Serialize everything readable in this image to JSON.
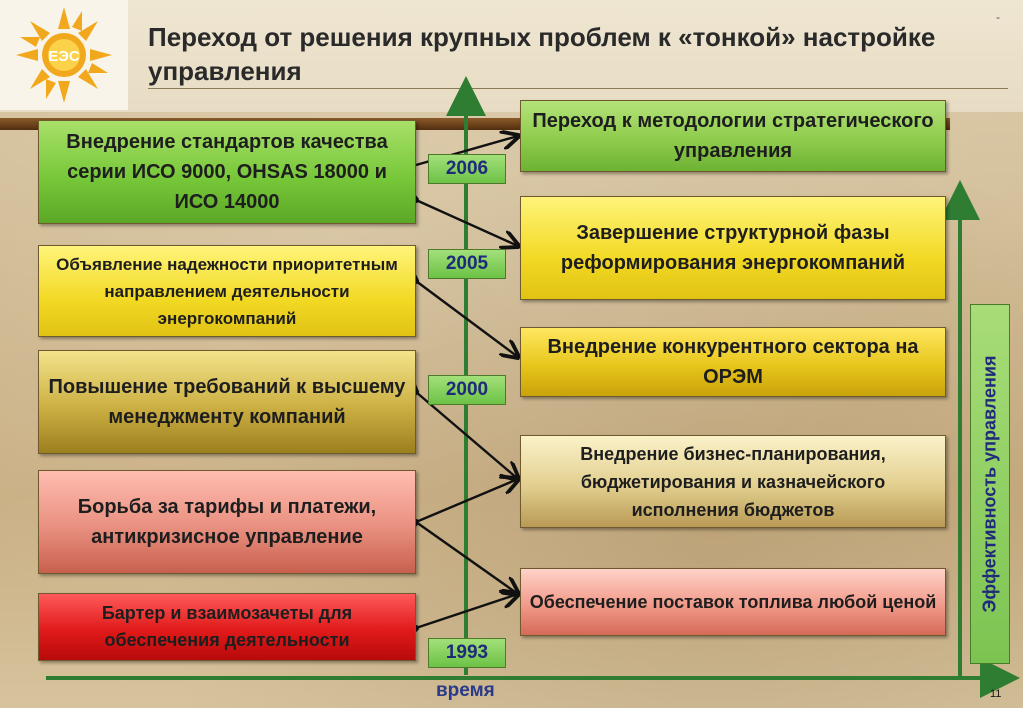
{
  "title": "Переход от решения крупных проблем к «тонкой» настройке управления",
  "logo": {
    "text": "ЕЭС",
    "icon": "sun-logo-icon"
  },
  "left_boxes": [
    "Внедрение стандартов качества серии ИСО 9000, OHSAS 18000 и ИСО 14000",
    "Объявление надежности приоритетным направлением деятельности энергокомпаний",
    "Повышение требований к высшему менеджменту компаний",
    "Борьба за тарифы и платежи, антикризисное управление",
    "Бартер и взаимозачеты для обеспечения деятельности"
  ],
  "right_boxes": [
    "Переход к методологии стратегического управления",
    "Завершение структурной фазы реформирования энергокомпаний",
    "Внедрение конкурентного сектора на ОРЭМ",
    "Внедрение бизнес-планирования, бюджетирования и казначейского исполнения бюджетов",
    "Обеспечение поставок топлива любой ценой"
  ],
  "years": [
    "2006",
    "2005",
    "2000",
    "1993"
  ],
  "x_axis_label": "время",
  "y_axis_label": "Эффективность управления",
  "page_number": "11",
  "colors": {
    "arrow": "#2e7d32",
    "year_text": "#1f2a7a"
  }
}
